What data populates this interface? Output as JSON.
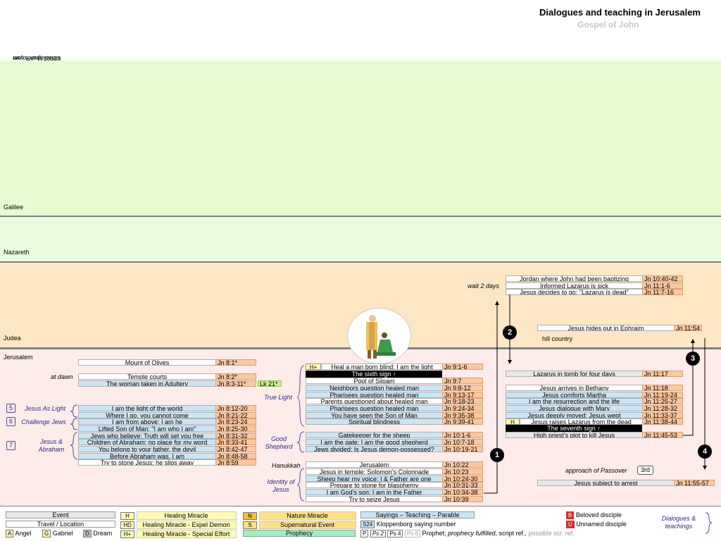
{
  "header": {
    "title": "Dialogues and teaching in Jerusalem",
    "subtitle": "Gospel of John",
    "copyright_line1": "©2007 MarkPoyser",
    "copyright_line2": "biblediagrams.com"
  },
  "regions": {
    "galilee": "Galilee",
    "nazareth": "Nazareth",
    "judea": "Judea",
    "jerusalem": "Jerusalem",
    "hill_country": "hill country"
  },
  "colors": {
    "galilee": "#e6fcd0",
    "nazareth": "#eafce0",
    "judea": "#fde7c4",
    "jerusalem": "#fdecea",
    "ref": "#fbc8a0",
    "saying": "#c9e6f7",
    "group_text": "#2a2a86"
  },
  "col1": {
    "rows": [
      {
        "text": "Mount of Olives",
        "ref": "Jn 8:1*"
      },
      {
        "text": "Temple courts",
        "ref": "Jn 8:2*"
      },
      {
        "text": "The woman taken in Adultery",
        "ref": "Jn 8:3-11*",
        "extra": "Lk 21*"
      },
      {
        "text": "I am the light of the world",
        "ref": "Jn 8:12-20"
      },
      {
        "text": "Where I go, you cannot come",
        "ref": "Jn 8:21-22"
      },
      {
        "text": "I am from above; I am he",
        "ref": "Jn 8:23-24"
      },
      {
        "text": "Lifted Son of Man: \"I am who I am\"",
        "ref": "Jn 8:25-30"
      },
      {
        "text": "Jews who believe: Truth will set you free",
        "ref": "Jn 8:31-32"
      },
      {
        "text": "Children of Abraham: no place for my word",
        "ref": "Jn 8:33-41"
      },
      {
        "text": "You belong to your father, the devil",
        "ref": "Jn 8:42-47"
      },
      {
        "text": "Before Abraham was, I am",
        "ref": "Jn 8:48-58"
      },
      {
        "text": "Try to stone Jesus; he slips away",
        "ref": "Jn 8:59"
      }
    ],
    "at_dawn": "at dawn",
    "groups": [
      {
        "num": "5",
        "label": "Jesus As Light"
      },
      {
        "num": "6",
        "label": "Challenge Jews"
      },
      {
        "num": "7",
        "label": "Jesus & Abraham"
      }
    ]
  },
  "col2": {
    "healing_tag": "H+",
    "rows": [
      {
        "text": "Heal a man born blind; I am the light",
        "ref": "Jn 9:1-6"
      },
      {
        "text": "Pool of Siloam",
        "ref": "Jn 9:7"
      },
      {
        "text": "Neighbors question healed man",
        "ref": "Jn 9:8-12"
      },
      {
        "text": "Pharisees question healed man",
        "ref": "Jn 9:13-17"
      },
      {
        "text": "Parents questioned about healed man",
        "ref": "Jn 9:18-23"
      },
      {
        "text": "Pharisees question healed man",
        "ref": "Jn 9:24-34"
      },
      {
        "text": "You have seen the Son of Man",
        "ref": "Jn 9:35-38"
      },
      {
        "text": "Spiritual blindness",
        "ref": "Jn 9:39-41"
      },
      {
        "text": "Gatekeeper for the sheep",
        "ref": "Jn 10:1-6"
      },
      {
        "text": "I am the gate; I am the good shepherd",
        "ref": "Jn 10:7-18"
      },
      {
        "text": "Jews divided: Is Jesus demon-possessed?",
        "ref": "Jn 10:19-21"
      },
      {
        "text": "Jerusalem",
        "ref": "Jn 10:22"
      },
      {
        "text": "Jesus in temple; Solomon's Colonnade",
        "ref": "Jn 10:23"
      },
      {
        "text": "Sheep hear my voice; I & Father are one",
        "ref": "Jn 10:24-30"
      },
      {
        "text": "Prepare to stone for blasphemy",
        "ref": "Jn 10:31-33"
      },
      {
        "text": "I am God's son; I am in the Father",
        "ref": "Jn 10:34-38"
      },
      {
        "text": "Try to seize Jesus",
        "ref": "Jn 10:39"
      }
    ],
    "sixth_sign": "The sixth sign ↑",
    "groups": {
      "true_light": "True Light",
      "good_shepherd": "Good Shepherd",
      "identity": "Identity of Jesus"
    },
    "hanukkah": "Hanukkah"
  },
  "col3": {
    "wait": "wait 2 days",
    "top_rows": [
      {
        "text": "Jordan where John had been baptizing",
        "ref": "Jn 10:40-42"
      },
      {
        "text": "Informed Lazarus is sick",
        "ref": "Jn 11:1-6"
      },
      {
        "text": "Jesus decides to go; \"Lazarus is dead\"",
        "ref": "Jn 11:7-16"
      }
    ],
    "ephraim": {
      "text": "Jesus hides out in Ephraim",
      "ref": "Jn 11:54"
    },
    "tomb": {
      "text": "Lazarus in tomb for four days",
      "ref": "Jn 11:17"
    },
    "bethany_rows": [
      {
        "text": "Jesus arrives in Bethany",
        "ref": "Jn 11:18"
      },
      {
        "text": "Jesus comforts Martha",
        "ref": "Jn 11:19-24"
      },
      {
        "text": "I am the resurrection and the life",
        "ref": "Jn 11:25-27"
      },
      {
        "text": "Jesus dialogue with Mary",
        "ref": "Jn 11:28-32"
      },
      {
        "text": "Jesus deeply moved; Jesus wept",
        "ref": "Jn 11:33-37"
      },
      {
        "text": "Jesus raises Lazarus from the dead",
        "ref": "Jn 11:38-44"
      }
    ],
    "raise_tag": "H",
    "seventh_sign": "The seventh sign ↑",
    "plot": {
      "text": "High priest's plot to kill Jesus",
      "ref": "Jn 11:45-53"
    },
    "passover": "approach of Passover",
    "passover_num": "3rd",
    "arrest": {
      "text": "Jesus subject to arrest",
      "ref": "Jn 11:55-57"
    }
  },
  "markers": [
    "1",
    "2",
    "3",
    "4"
  ],
  "legend": {
    "event": "Event",
    "travel": "Travel / Location",
    "angel_tag": "A",
    "angel": "Angel",
    "gabriel_tag": "G",
    "gabriel": "Gabriel",
    "dream_tag": "D",
    "dream": "Dream",
    "h_tag": "H",
    "healing": "Healing Miracle",
    "hd_tag": "HD",
    "expel": "Healing Miracle - Expel Demon",
    "hplus_tag": "H+",
    "special": "Healing Miracle - Special Effort",
    "n_tag": "N",
    "nature": "Nature Miracle",
    "s_tag": "S",
    "supernatural": "Supernatural Event",
    "prophecy": "Prophecy",
    "sayings": "Sayings – Teaching – Parable",
    "s24_tag": "S24",
    "kloppenborg": "Kloppenborg saying number",
    "p_tag": "P",
    "ps2": "Ps 2",
    "ps4": "Ps 4",
    "ps6": "Ps 6",
    "prophet_text": "Prophet;",
    "prophecy_fulfilled": " prophecy fulfilled",
    "script_ref": ", script ref.,",
    "possible": " possible scr. ref.",
    "b_tag": "B",
    "beloved": "Beloved disciple",
    "u_tag": "U",
    "unnamed": "Unnamed disciple",
    "dialogues": "Dialogues & teachings"
  }
}
